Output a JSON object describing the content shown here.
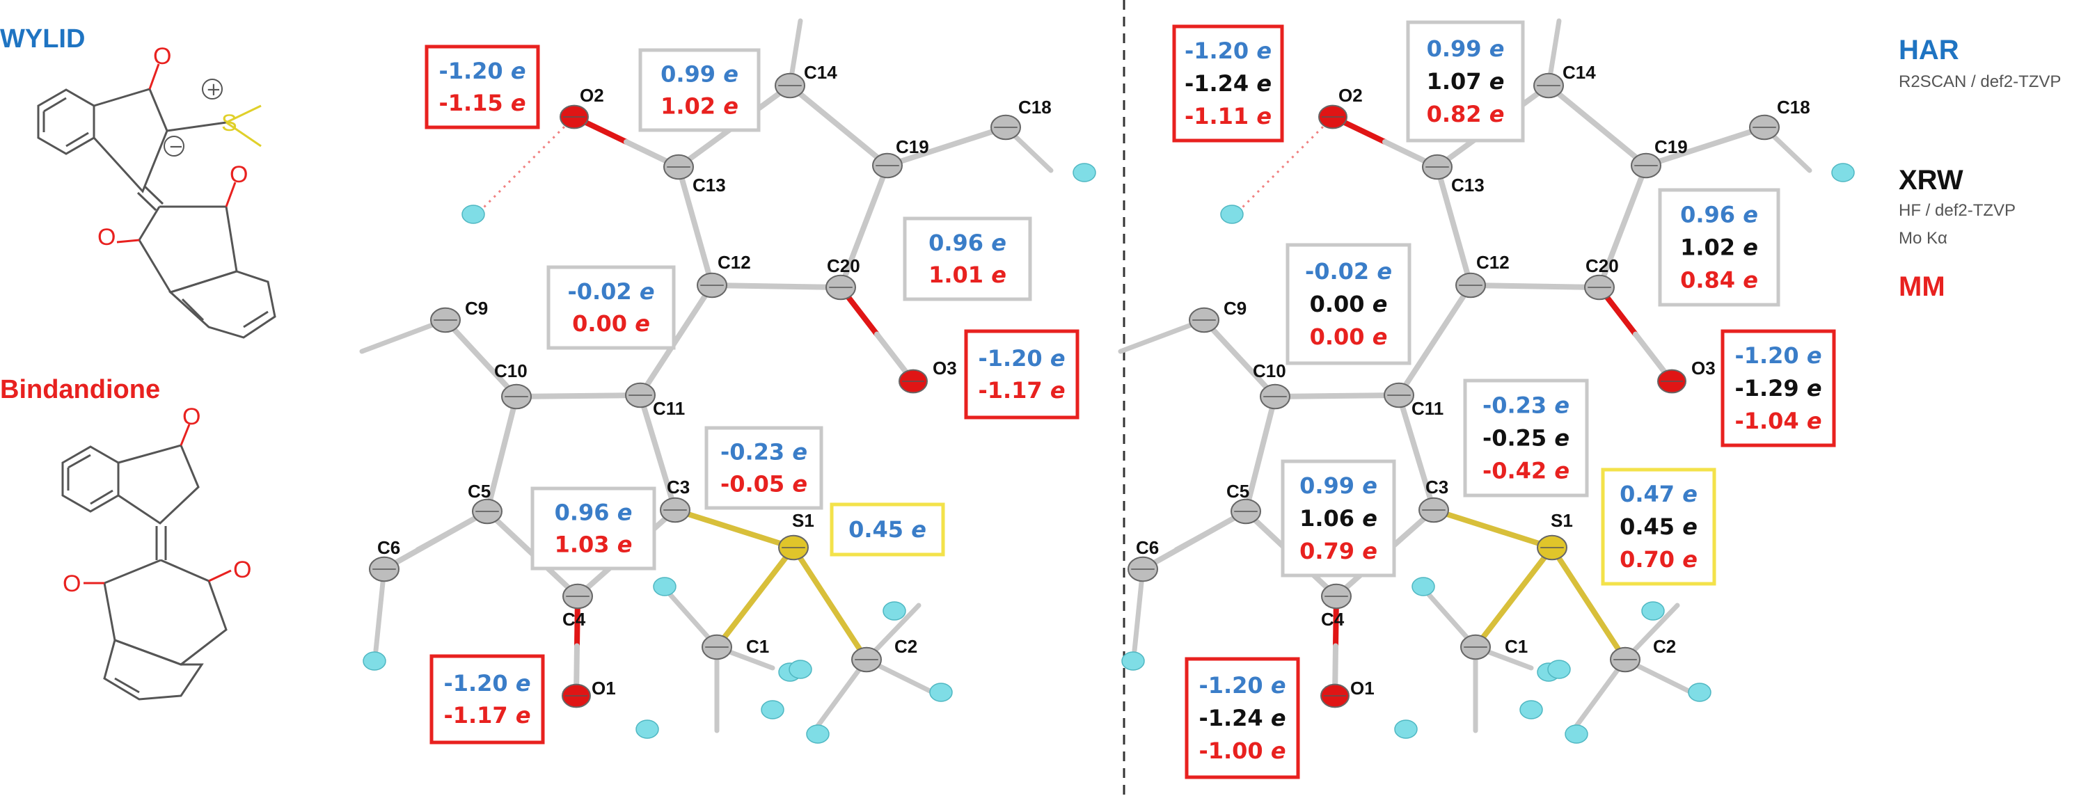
{
  "colors": {
    "har": "#3a7dc8",
    "xrw": "#111111",
    "mm": "#e8211f",
    "box_red": "#e8211f",
    "box_gray": "#c8c8c8",
    "box_yellow": "#f3e24a",
    "atom_c": "#bdbdbd",
    "atom_o": "#e01515",
    "atom_s": "#e0c52a",
    "atom_h": "#7fdde6",
    "bond_c": "#c8c8c8",
    "bond_s": "#d8bf3a",
    "skeleton": "#555555",
    "skel_o": "#e8211f",
    "skel_s": "#e0d02a",
    "wylid_title": "#1f74c2",
    "bindandione_title": "#e8211f"
  },
  "titles": {
    "wylid": "WYLID",
    "bindandione": "Bindandione"
  },
  "skeleton_labels": {
    "o": "O",
    "s": "S",
    "plus": "+",
    "minus": "−"
  },
  "legend": {
    "har": "HAR",
    "har_sub": "R2SCAN / def2-TZVP",
    "xrw": "XRW",
    "xrw_sub1": "HF / def2-TZVP",
    "xrw_sub2": "Mo Kα",
    "mm": "MM"
  },
  "atoms": [
    "O2",
    "C14",
    "C18",
    "C13",
    "C19",
    "C9",
    "C12",
    "C20",
    "O3",
    "C10",
    "C11",
    "C3",
    "C5",
    "S1",
    "C6",
    "C4",
    "C1",
    "C2",
    "O1"
  ],
  "left_panel": {
    "boxes": [
      {
        "id": "o2",
        "border": "red",
        "har": "-1.20 e",
        "mm": "-1.15 e"
      },
      {
        "id": "c13",
        "border": "gray",
        "har": "0.99 e",
        "mm": "1.02 e"
      },
      {
        "id": "c20",
        "border": "gray",
        "har": "0.96 e",
        "mm": "1.01 e"
      },
      {
        "id": "c11",
        "border": "gray",
        "har": "-0.02 e",
        "mm": "0.00 e"
      },
      {
        "id": "o3",
        "border": "red",
        "har": "-1.20 e",
        "mm": "-1.17 e"
      },
      {
        "id": "c3",
        "border": "gray",
        "har": "-0.23 e",
        "mm": "-0.05 e"
      },
      {
        "id": "c4",
        "border": "gray",
        "har": "0.96 e",
        "mm": "1.03 e"
      },
      {
        "id": "s1",
        "border": "yellow",
        "har": "0.45 e"
      },
      {
        "id": "o1",
        "border": "red",
        "har": "-1.20 e",
        "mm": "-1.17 e"
      }
    ]
  },
  "right_panel": {
    "boxes": [
      {
        "id": "o2",
        "border": "red",
        "har": "-1.20 e",
        "xrw": "-1.24 e",
        "mm": "-1.11 e"
      },
      {
        "id": "c13",
        "border": "gray",
        "har": "0.99 e",
        "xrw": "1.07 e",
        "mm": "0.82 e"
      },
      {
        "id": "c20",
        "border": "gray",
        "har": "0.96 e",
        "xrw": "1.02 e",
        "mm": "0.84 e"
      },
      {
        "id": "c11",
        "border": "gray",
        "har": "-0.02 e",
        "xrw": "0.00 e",
        "mm": "0.00 e"
      },
      {
        "id": "o3",
        "border": "red",
        "har": "-1.20 e",
        "xrw": "-1.29 e",
        "mm": "-1.04 e"
      },
      {
        "id": "c3",
        "border": "gray",
        "har": "-0.23 e",
        "xrw": "-0.25 e",
        "mm": "-0.42 e"
      },
      {
        "id": "c4",
        "border": "gray",
        "har": "0.99 e",
        "xrw": "1.06 e",
        "mm": "0.79 e"
      },
      {
        "id": "s1",
        "border": "yellow",
        "har": "0.47 e",
        "xrw": "0.45 e",
        "mm": "0.70 e"
      },
      {
        "id": "o1",
        "border": "red",
        "har": "-1.20 e",
        "xrw": "-1.24 e",
        "mm": "-1.00 e"
      }
    ]
  }
}
